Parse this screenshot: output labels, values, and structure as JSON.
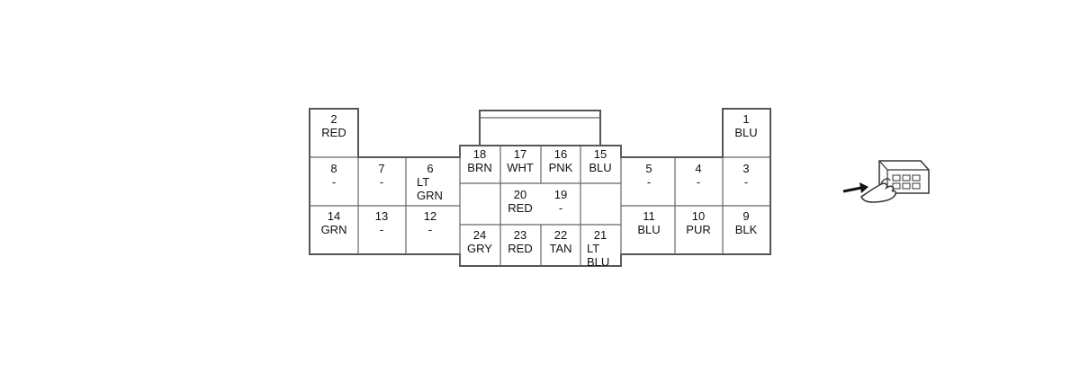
{
  "connector": {
    "pins": [
      {
        "id": "pin-1",
        "num": "1",
        "lines": [
          "BLU"
        ]
      },
      {
        "id": "pin-2",
        "num": "2",
        "lines": [
          "RED"
        ]
      },
      {
        "id": "pin-3",
        "num": "3",
        "lines": [
          "-"
        ]
      },
      {
        "id": "pin-4",
        "num": "4",
        "lines": [
          "-"
        ]
      },
      {
        "id": "pin-5",
        "num": "5",
        "lines": [
          "-"
        ]
      },
      {
        "id": "pin-6",
        "num": "6",
        "lines": [
          "LT",
          "GRN"
        ]
      },
      {
        "id": "pin-7",
        "num": "7",
        "lines": [
          "-"
        ]
      },
      {
        "id": "pin-8",
        "num": "8",
        "lines": [
          "-"
        ]
      },
      {
        "id": "pin-9",
        "num": "9",
        "lines": [
          "BLK"
        ]
      },
      {
        "id": "pin-10",
        "num": "10",
        "lines": [
          "PUR"
        ]
      },
      {
        "id": "pin-11",
        "num": "11",
        "lines": [
          "BLU"
        ]
      },
      {
        "id": "pin-12",
        "num": "12",
        "lines": [
          "-"
        ]
      },
      {
        "id": "pin-13",
        "num": "13",
        "lines": [
          "-"
        ]
      },
      {
        "id": "pin-14",
        "num": "14",
        "lines": [
          "GRN"
        ]
      },
      {
        "id": "pin-15",
        "num": "15",
        "lines": [
          "BLU"
        ]
      },
      {
        "id": "pin-16",
        "num": "16",
        "lines": [
          "PNK"
        ]
      },
      {
        "id": "pin-17",
        "num": "17",
        "lines": [
          "WHT"
        ]
      },
      {
        "id": "pin-18",
        "num": "18",
        "lines": [
          "BRN"
        ]
      },
      {
        "id": "pin-19",
        "num": "19",
        "lines": [
          "-"
        ]
      },
      {
        "id": "pin-20",
        "num": "20",
        "lines": [
          "RED"
        ]
      },
      {
        "id": "pin-21",
        "num": "21",
        "lines": [
          "LT",
          "BLU"
        ]
      },
      {
        "id": "pin-22",
        "num": "22",
        "lines": [
          "TAN"
        ]
      },
      {
        "id": "pin-23",
        "num": "23",
        "lines": [
          "RED"
        ]
      },
      {
        "id": "pin-24",
        "num": "24",
        "lines": [
          "GRY"
        ]
      }
    ]
  },
  "icons": {
    "view_indicator": "hand-pushing-connector-icon"
  }
}
